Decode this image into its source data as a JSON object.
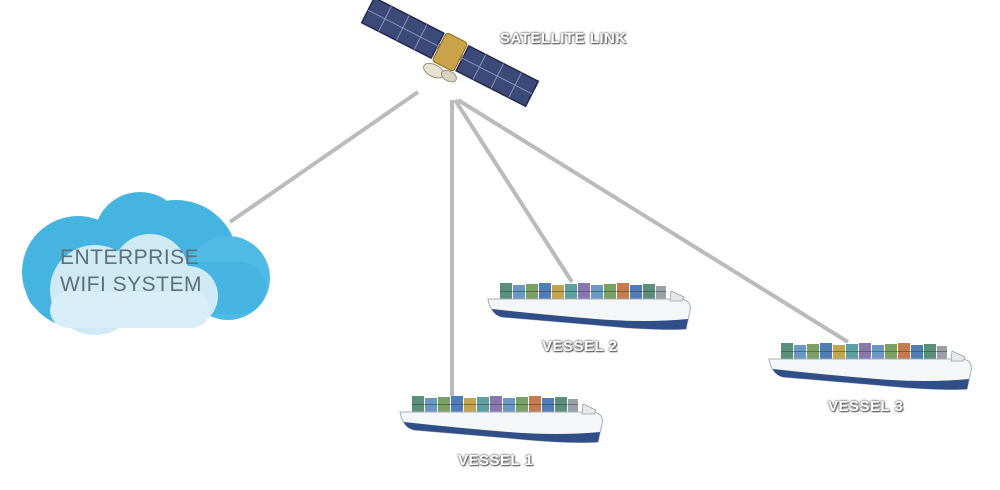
{
  "satellite": {
    "label": "SATELLITE LINK"
  },
  "cloud": {
    "line1": "ENTERPRISE",
    "line2": "WIFI SYSTEM"
  },
  "vessels": [
    {
      "label": "VESSEL 1"
    },
    {
      "label": "VESSEL 2"
    },
    {
      "label": "VESSEL 3"
    }
  ],
  "colors": {
    "link_line": "#bbbbbb",
    "cloud_outer": "#46b4e0",
    "cloud_inner": "#cfe9f5",
    "hull": "#2f4f86",
    "solar_panel": "#3b4a78"
  }
}
